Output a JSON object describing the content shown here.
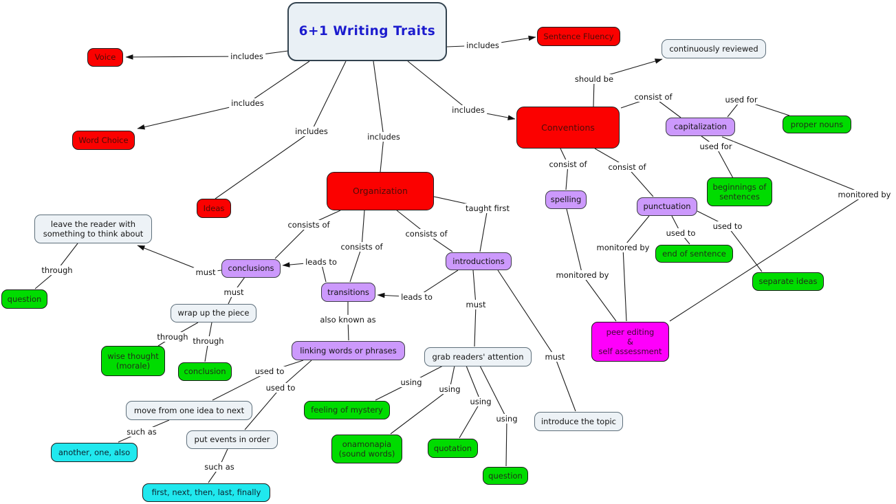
{
  "palette": {
    "concept_red": "#fb0100",
    "concept_green": "#00dc00",
    "concept_purple": "#cc99fc",
    "concept_cyan": "#20e8ee",
    "concept_light": "#edf2f6",
    "concept_magenta": "#fe00fb",
    "title_text_blue": "#1b1bce",
    "line_black": "#1a1a1a"
  },
  "nodes": {
    "title": {
      "text": "6+1 Writing Traits"
    },
    "voice": {
      "text": "Voice"
    },
    "sentence_fluency": {
      "text": "Sentence Fluency"
    },
    "continuously_reviewed": {
      "text": "continuously reviewed"
    },
    "word_choice": {
      "text": "Word Choice"
    },
    "ideas": {
      "text": "Ideas"
    },
    "conventions": {
      "text": "Conventions"
    },
    "organization": {
      "text": "Organization"
    },
    "capitalization": {
      "text": "capitalization"
    },
    "proper_nouns": {
      "text": "proper nouns"
    },
    "beginnings": {
      "text": "beginnings of\nsentences"
    },
    "spelling": {
      "text": "spelling"
    },
    "punctuation": {
      "text": "punctuation"
    },
    "end_of_sentence": {
      "text": "end of sentence"
    },
    "separate_ideas": {
      "text": "separate ideas"
    },
    "peer_editing": {
      "text": "peer editing\n&\nself assessment"
    },
    "leave_reader": {
      "text": "leave the reader with\nsomething to think about"
    },
    "question_left": {
      "text": "question"
    },
    "conclusions": {
      "text": "conclusions"
    },
    "wrap_up": {
      "text": "wrap up the piece"
    },
    "transitions": {
      "text": "transitions"
    },
    "introductions": {
      "text": "introductions"
    },
    "linking_words": {
      "text": "linking words or phrases"
    },
    "wise_thought": {
      "text": "wise thought\n(morale)"
    },
    "conclusion": {
      "text": "conclusion"
    },
    "move_idea": {
      "text": "move from one idea to next"
    },
    "another_one_also": {
      "text": "another, one, also"
    },
    "put_events": {
      "text": "put events in order"
    },
    "first_next": {
      "text": "first, next, then, last, finally"
    },
    "grab_readers": {
      "text": "grab readers' attention"
    },
    "feeling_mystery": {
      "text": "feeling of mystery"
    },
    "onamonapia": {
      "text": "onamonapia\n(sound words)"
    },
    "quotation": {
      "text": "quotation"
    },
    "question_bottom": {
      "text": "question"
    },
    "introduce_topic": {
      "text": "introduce the topic"
    }
  },
  "labels": {
    "inc_voice": {
      "text": "includes"
    },
    "inc_sf": {
      "text": "includes"
    },
    "inc_wc": {
      "text": "includes"
    },
    "inc_ideas": {
      "text": "includes"
    },
    "inc_org": {
      "text": "includes"
    },
    "inc_conv": {
      "text": "includes"
    },
    "should_be": {
      "text": "should be"
    },
    "consist_cap": {
      "text": "consist of"
    },
    "used_for_pn": {
      "text": "used for"
    },
    "used_for_beg": {
      "text": "used for"
    },
    "monitored_cap": {
      "text": "monitored by"
    },
    "consist_spell": {
      "text": "consist of"
    },
    "consist_punct": {
      "text": "consist of"
    },
    "used_to_eos": {
      "text": "used to"
    },
    "used_to_sep": {
      "text": "used to"
    },
    "monitored_punct": {
      "text": "monitored by"
    },
    "monitored_spell": {
      "text": "monitored by"
    },
    "taught_first": {
      "text": "taught first"
    },
    "consists_concl": {
      "text": "consists of"
    },
    "consists_trans": {
      "text": "consists of"
    },
    "consists_intro": {
      "text": "consists of"
    },
    "leads_to_concl": {
      "text": "leads to"
    },
    "leads_to_trans": {
      "text": "leads to"
    },
    "must_leave": {
      "text": "must"
    },
    "must_wrap": {
      "text": "must"
    },
    "through_q": {
      "text": "through"
    },
    "through_wise": {
      "text": "through"
    },
    "through_concl": {
      "text": "through"
    },
    "also_known": {
      "text": "also known as"
    },
    "used_to_move": {
      "text": "used to"
    },
    "used_to_put": {
      "text": "used to"
    },
    "such_as_another": {
      "text": "such as"
    },
    "such_as_first": {
      "text": "such as"
    },
    "using_feeling": {
      "text": "using"
    },
    "using_onam": {
      "text": "using"
    },
    "using_quot": {
      "text": "using"
    },
    "using_q": {
      "text": "using"
    },
    "must_grab": {
      "text": "must"
    },
    "must_intro": {
      "text": "must"
    }
  }
}
